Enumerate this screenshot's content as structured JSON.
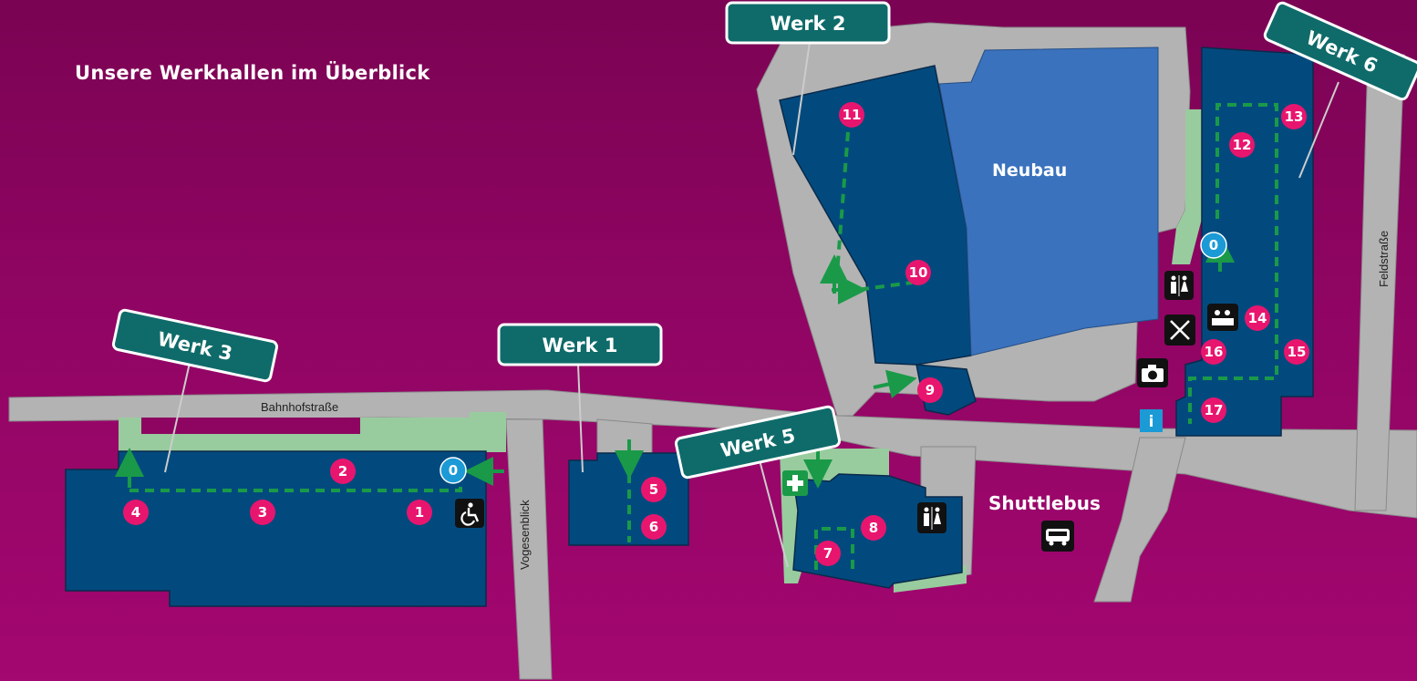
{
  "title": "Unsere Werkhallen im Überblick",
  "buildings": {
    "werk1": "Werk 1",
    "werk2": "Werk 2",
    "werk3": "Werk 3",
    "werk5": "Werk 5",
    "werk6": "Werk 6",
    "neubau": "Neubau"
  },
  "streets": {
    "bahnhofstrasse": "Bahnhofstraße",
    "vogesenblick": "Vogesenblick",
    "feldstrasse": "Feldstraße"
  },
  "shuttlebus": "Shuttlebus",
  "stations": {
    "s0a": "0",
    "s0b": "0",
    "s1": "1",
    "s2": "2",
    "s3": "3",
    "s4": "4",
    "s5": "5",
    "s6": "6",
    "s7": "7",
    "s8": "8",
    "s9": "9",
    "s10": "10",
    "s11": "11",
    "s12": "12",
    "s13": "13",
    "s14": "14",
    "s15": "15",
    "s16": "16",
    "s17": "17"
  },
  "info_label": "i",
  "colors": {
    "background": "#8e0561",
    "building": "#024a7e",
    "neubau": "#3a72bd",
    "road": "#b3b3b3",
    "green_area": "#98cc9e",
    "path": "#1a9a48",
    "station_marker": "#e8156e",
    "start_marker": "#1b9ad6",
    "sign": "#0f6b6a"
  },
  "icons": [
    "wheelchair-icon",
    "toilet-icon",
    "restaurant-icon",
    "camera-icon",
    "info-icon",
    "first-aid-icon",
    "bus-icon",
    "exhibit-icon"
  ]
}
